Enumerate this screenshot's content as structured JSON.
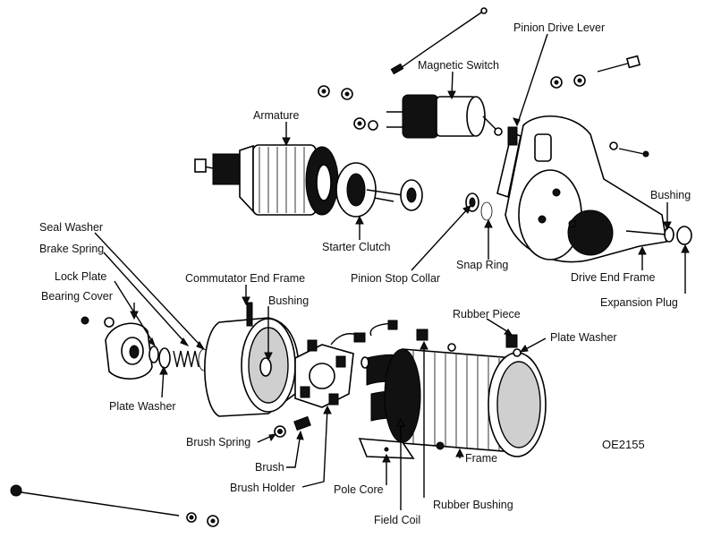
{
  "diagram": {
    "figure_code": "OE2155",
    "labels": {
      "pinion_drive_lever": "Pinion Drive Lever",
      "magnetic_switch": "Magnetic Switch",
      "armature": "Armature",
      "bushing_drive": "Bushing",
      "starter_clutch": "Starter Clutch",
      "pinion_stop_collar": "Pinion Stop Collar",
      "snap_ring": "Snap Ring",
      "drive_end_frame": "Drive End Frame",
      "expansion_plug": "Expansion Plug",
      "seal_washer": "Seal Washer",
      "brake_spring": "Brake Spring",
      "lock_plate": "Lock Plate",
      "bearing_cover": "Bearing Cover",
      "commutator_end_frame": "Commutator End Frame",
      "bushing_comm": "Bushing",
      "plate_washer_left": "Plate Washer",
      "rubber_piece": "Rubber Piece",
      "plate_washer_right": "Plate Washer",
      "brush_spring": "Brush Spring",
      "brush": "Brush",
      "brush_holder": "Brush Holder",
      "pole_core": "Pole Core",
      "field_coil": "Field Coil",
      "rubber_bushing": "Rubber Bushing",
      "frame": "Frame"
    }
  }
}
